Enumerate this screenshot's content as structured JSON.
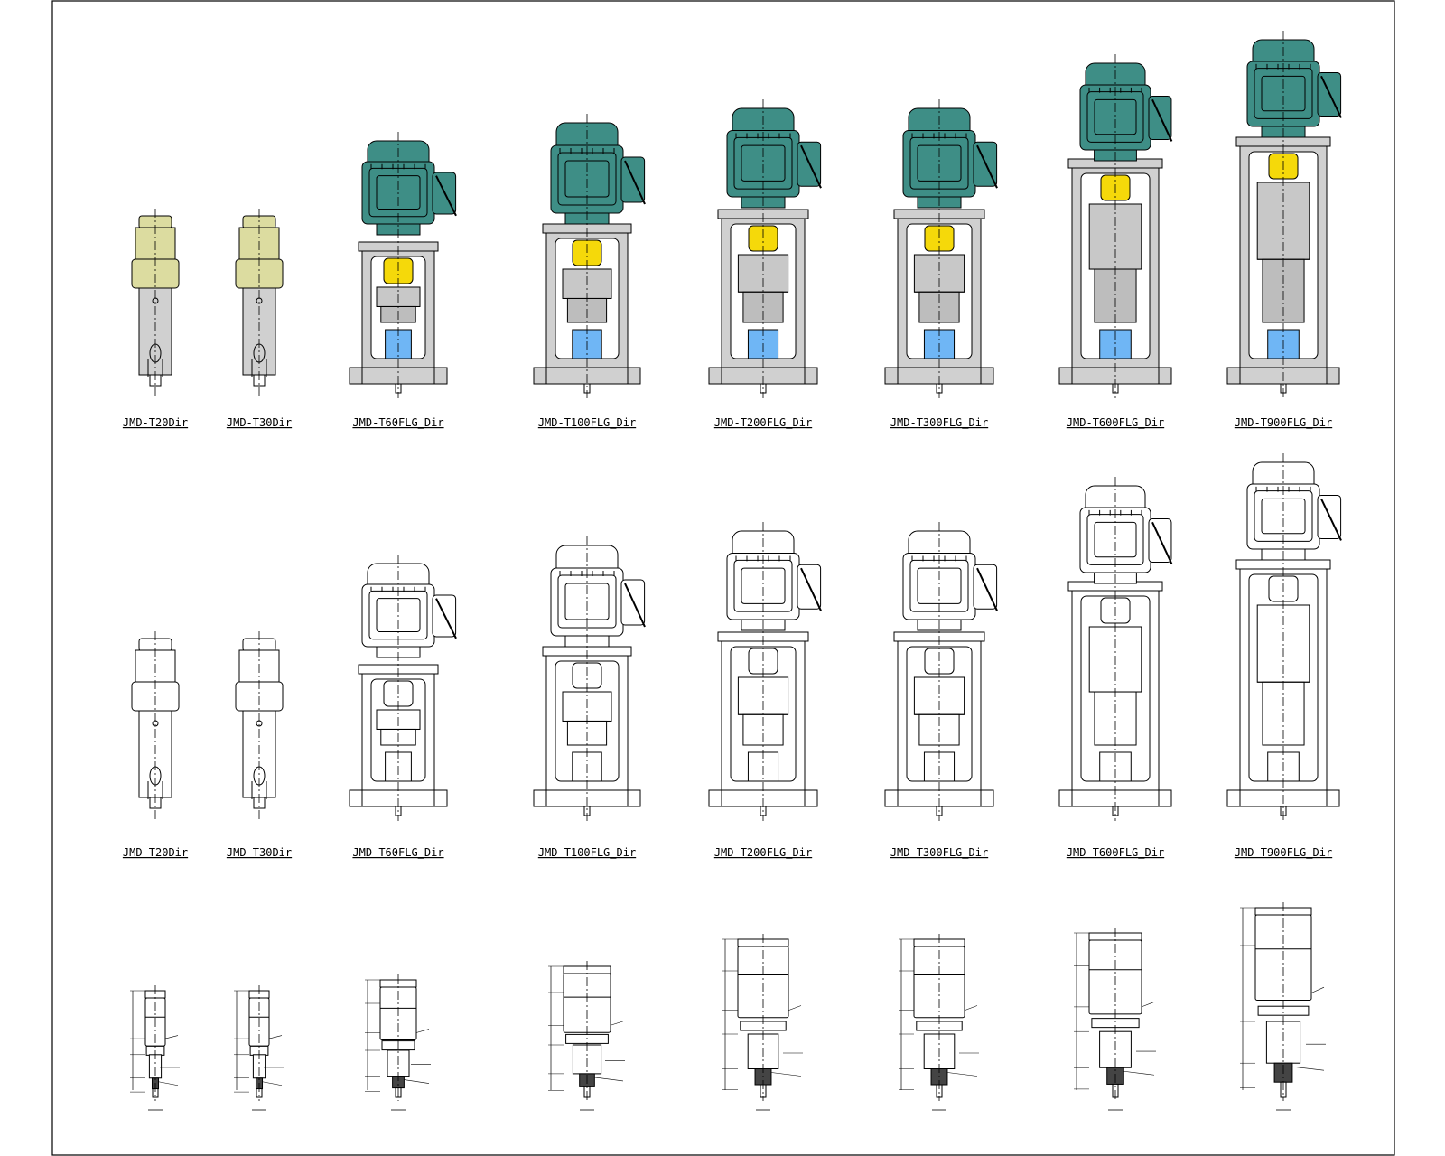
{
  "sheet": {
    "colors": {
      "motor": "#3e8e86",
      "gearbox_small": "#dcdca0",
      "coupling": "#f5d90a",
      "steel": "#d0d0d0",
      "water": "#6fb6f5"
    }
  },
  "rows": [
    {
      "style": "color",
      "models": [
        {
          "label": "JMD-T20Dir",
          "size": 0
        },
        {
          "label": "JMD-T30Dir",
          "size": 0
        },
        {
          "label": "JMD-T60FLG_Dir",
          "size": 1
        },
        {
          "label": "JMD-T100FLG_Dir",
          "size": 2
        },
        {
          "label": "JMD-T200FLG_Dir",
          "size": 3
        },
        {
          "label": "JMD-T300FLG_Dir",
          "size": 3
        },
        {
          "label": "JMD-T600FLG_Dir",
          "size": 4
        },
        {
          "label": "JMD-T900FLG_Dir",
          "size": 5
        }
      ]
    },
    {
      "style": "outline",
      "models": [
        {
          "label": "JMD-T20Dir",
          "size": 0
        },
        {
          "label": "JMD-T30Dir",
          "size": 0
        },
        {
          "label": "JMD-T60FLG_Dir",
          "size": 1
        },
        {
          "label": "JMD-T100FLG_Dir",
          "size": 2
        },
        {
          "label": "JMD-T200FLG_Dir",
          "size": 3
        },
        {
          "label": "JMD-T300FLG_Dir",
          "size": 3
        },
        {
          "label": "JMD-T600FLG_Dir",
          "size": 4
        },
        {
          "label": "JMD-T900FLG_Dir",
          "size": 5
        }
      ]
    },
    {
      "style": "dimension",
      "models": [
        {
          "label": "",
          "size": 0
        },
        {
          "label": "",
          "size": 0
        },
        {
          "label": "",
          "size": 1
        },
        {
          "label": "",
          "size": 2
        },
        {
          "label": "",
          "size": 3
        },
        {
          "label": "",
          "size": 3
        },
        {
          "label": "",
          "size": 4
        },
        {
          "label": "",
          "size": 5
        }
      ]
    }
  ]
}
